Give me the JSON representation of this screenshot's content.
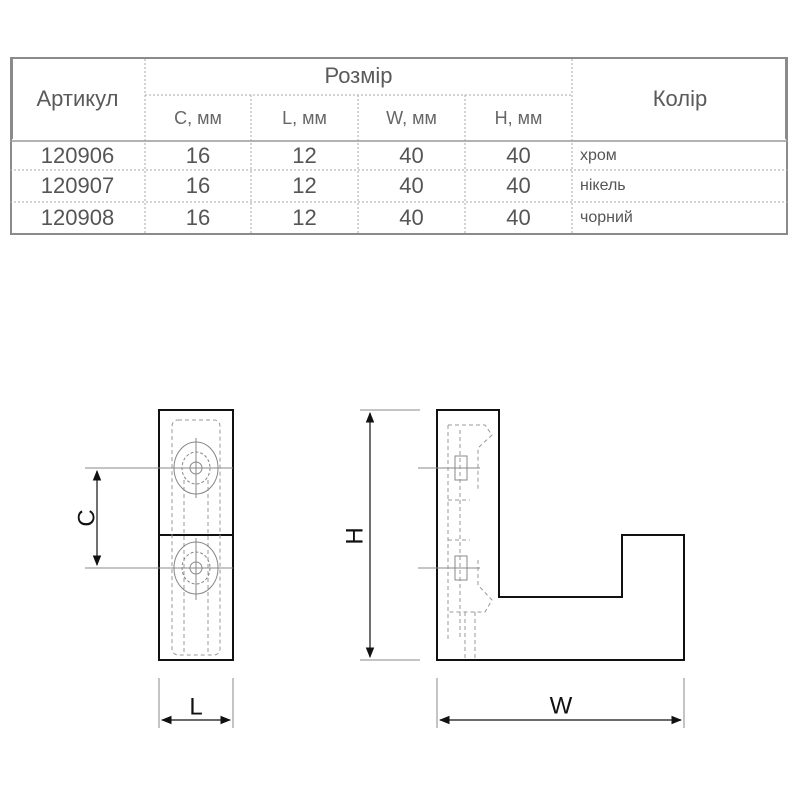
{
  "table": {
    "headers": {
      "article": "Артикул",
      "size": "Розмір",
      "color": "Колір",
      "sub": [
        "C, мм",
        "L, мм",
        "W, мм",
        "H, мм"
      ]
    },
    "rows": [
      {
        "article": "120906",
        "c": "16",
        "l": "12",
        "w": "40",
        "h": "40",
        "color": "хром"
      },
      {
        "article": "120907",
        "c": "16",
        "l": "12",
        "w": "40",
        "h": "40",
        "color": "нікель"
      },
      {
        "article": "120908",
        "c": "16",
        "l": "12",
        "w": "40",
        "h": "40",
        "color": "чорний"
      }
    ]
  },
  "drawing": {
    "dim_c": "C",
    "dim_l": "L",
    "dim_h": "H",
    "dim_w": "W"
  }
}
